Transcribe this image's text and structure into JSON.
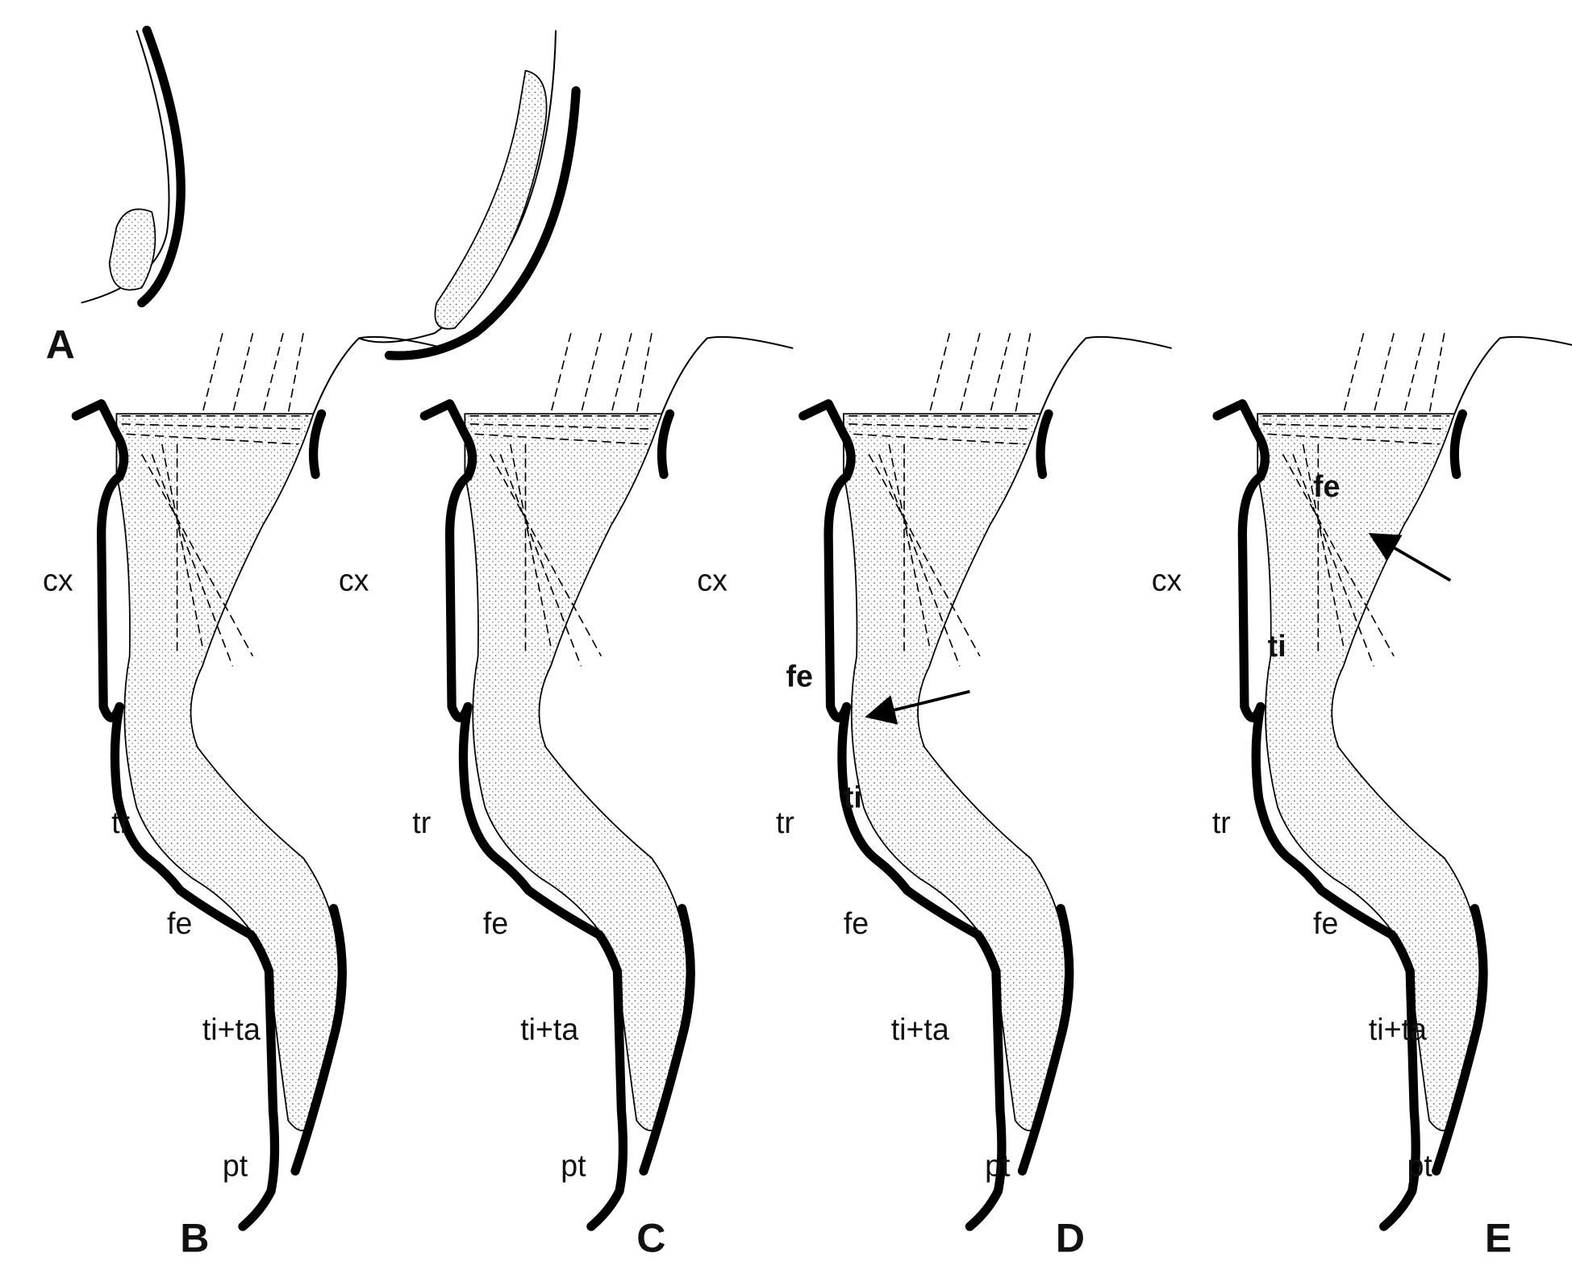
{
  "figure": {
    "panels": [
      {
        "letter": "A",
        "labels": []
      },
      {
        "letter": "B",
        "labels": [
          "cx",
          "tr",
          "fe",
          "ti+ta",
          "pt"
        ]
      },
      {
        "letter": "C",
        "labels": [
          "cx",
          "tr",
          "fe",
          "ti+ta",
          "pt"
        ]
      },
      {
        "letter": "D",
        "labels": [
          "cx",
          "tr",
          "fe",
          "ti+ta",
          "pt"
        ],
        "inner_labels": [
          "fe",
          "ti"
        ],
        "arrow": true
      },
      {
        "letter": "E",
        "labels": [
          "cx",
          "tr",
          "fe",
          "ti+ta",
          "pt"
        ],
        "inner_labels": [
          "fe",
          "ti"
        ],
        "arrow": true
      }
    ]
  }
}
